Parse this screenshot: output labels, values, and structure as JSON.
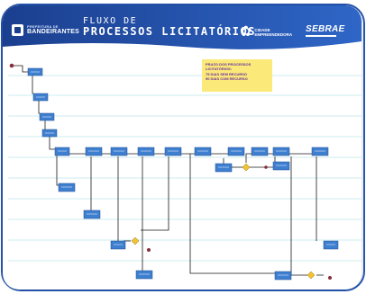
{
  "header": {
    "org_prefix": "PREFEITURA DE",
    "org_name": "BANDEIRANTES",
    "title_line1": "FLUXO DE",
    "title_line2": "PROCESSOS LICITATÓRIOS",
    "badge_line1": "CIDADE",
    "badge_line2": "EMPREENDEDORA",
    "partner_logo": "SEBRAE"
  },
  "note": {
    "title": "PRAZO DOS PROCESSOS LICITATÓRIOS:",
    "line1": "75 DIAS SEM RECURSO",
    "line2": "90 DIAS COM RECURSO"
  },
  "icons": {
    "org": "shield-icon",
    "badge": "gear-icon"
  },
  "colors": {
    "header_blue": "#1b3f8f",
    "header_blue_light": "#2f66c7",
    "process_box": "#3f7fd0",
    "lane_line": "#bde4ea",
    "decision": "#f2c230",
    "connector": "#1a1a1a",
    "end_marker": "#8a2d3a"
  }
}
